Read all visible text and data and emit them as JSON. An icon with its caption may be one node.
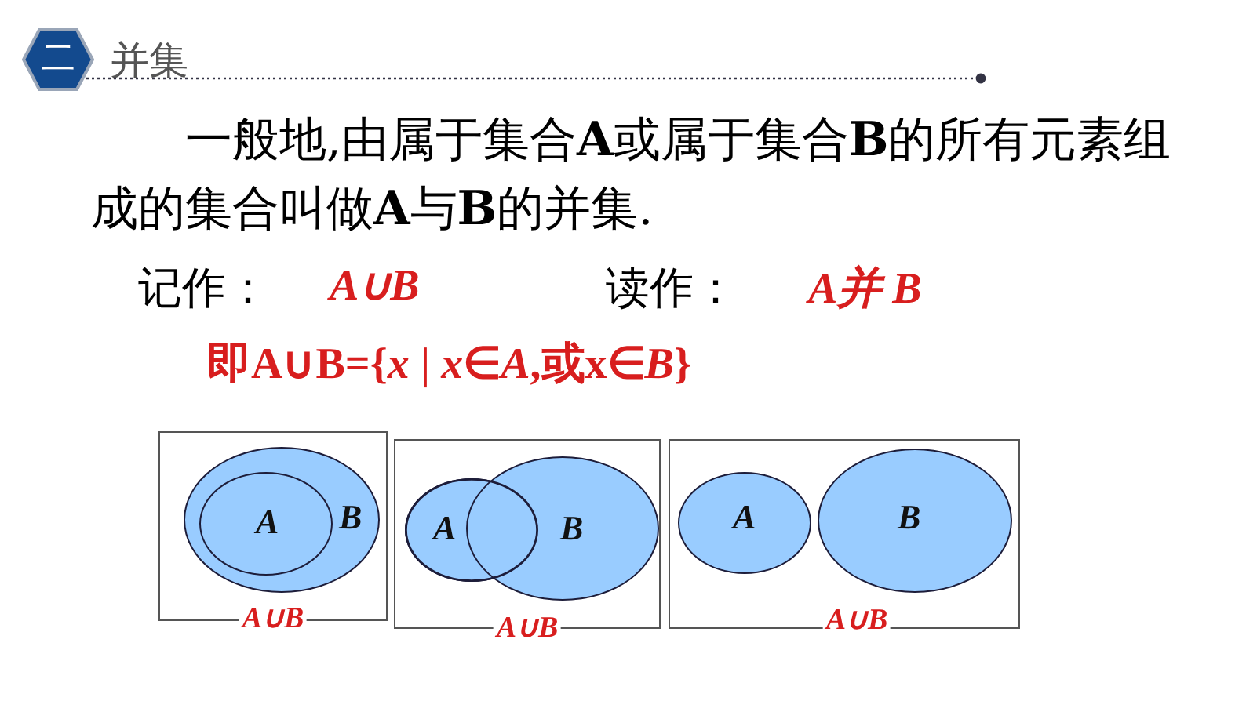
{
  "diagram": {
    "title": "并集",
    "nodes": [
      {
        "text": [],
        "shape": "box"
      },
      {
        "text": [
          "B"
        ],
        "in": 0
      },
      {
        "text": [
          "A"
        ],
        "in": 1
      },
      {
        "text": [],
        "shape": "box"
      },
      {
        "text": [
          "A"
        ],
        "in": 3
      },
      {
        "text": [
          "B"
        ],
        "in": 3
      },
      {
        "text": [],
        "shape": "box"
      },
      {
        "text": [
          "A"
        ],
        "in": 6
      },
      {
        "text": [
          "B"
        ],
        "in": 6
      }
    ],
    "labels": [
      "二",
      "一般地,由属于集合**A**或属于集合**B**的所有元素组成的集合叫做**A**与**B**的并集.",
      "记作：",
      "A∪B",
      "读作：",
      "A并 B",
      "即A∪B={*x* | *x*∈*A*,或x∈*B*}",
      "A∪B",
      "A∪B",
      "A∪B"
    ]
  }
}
